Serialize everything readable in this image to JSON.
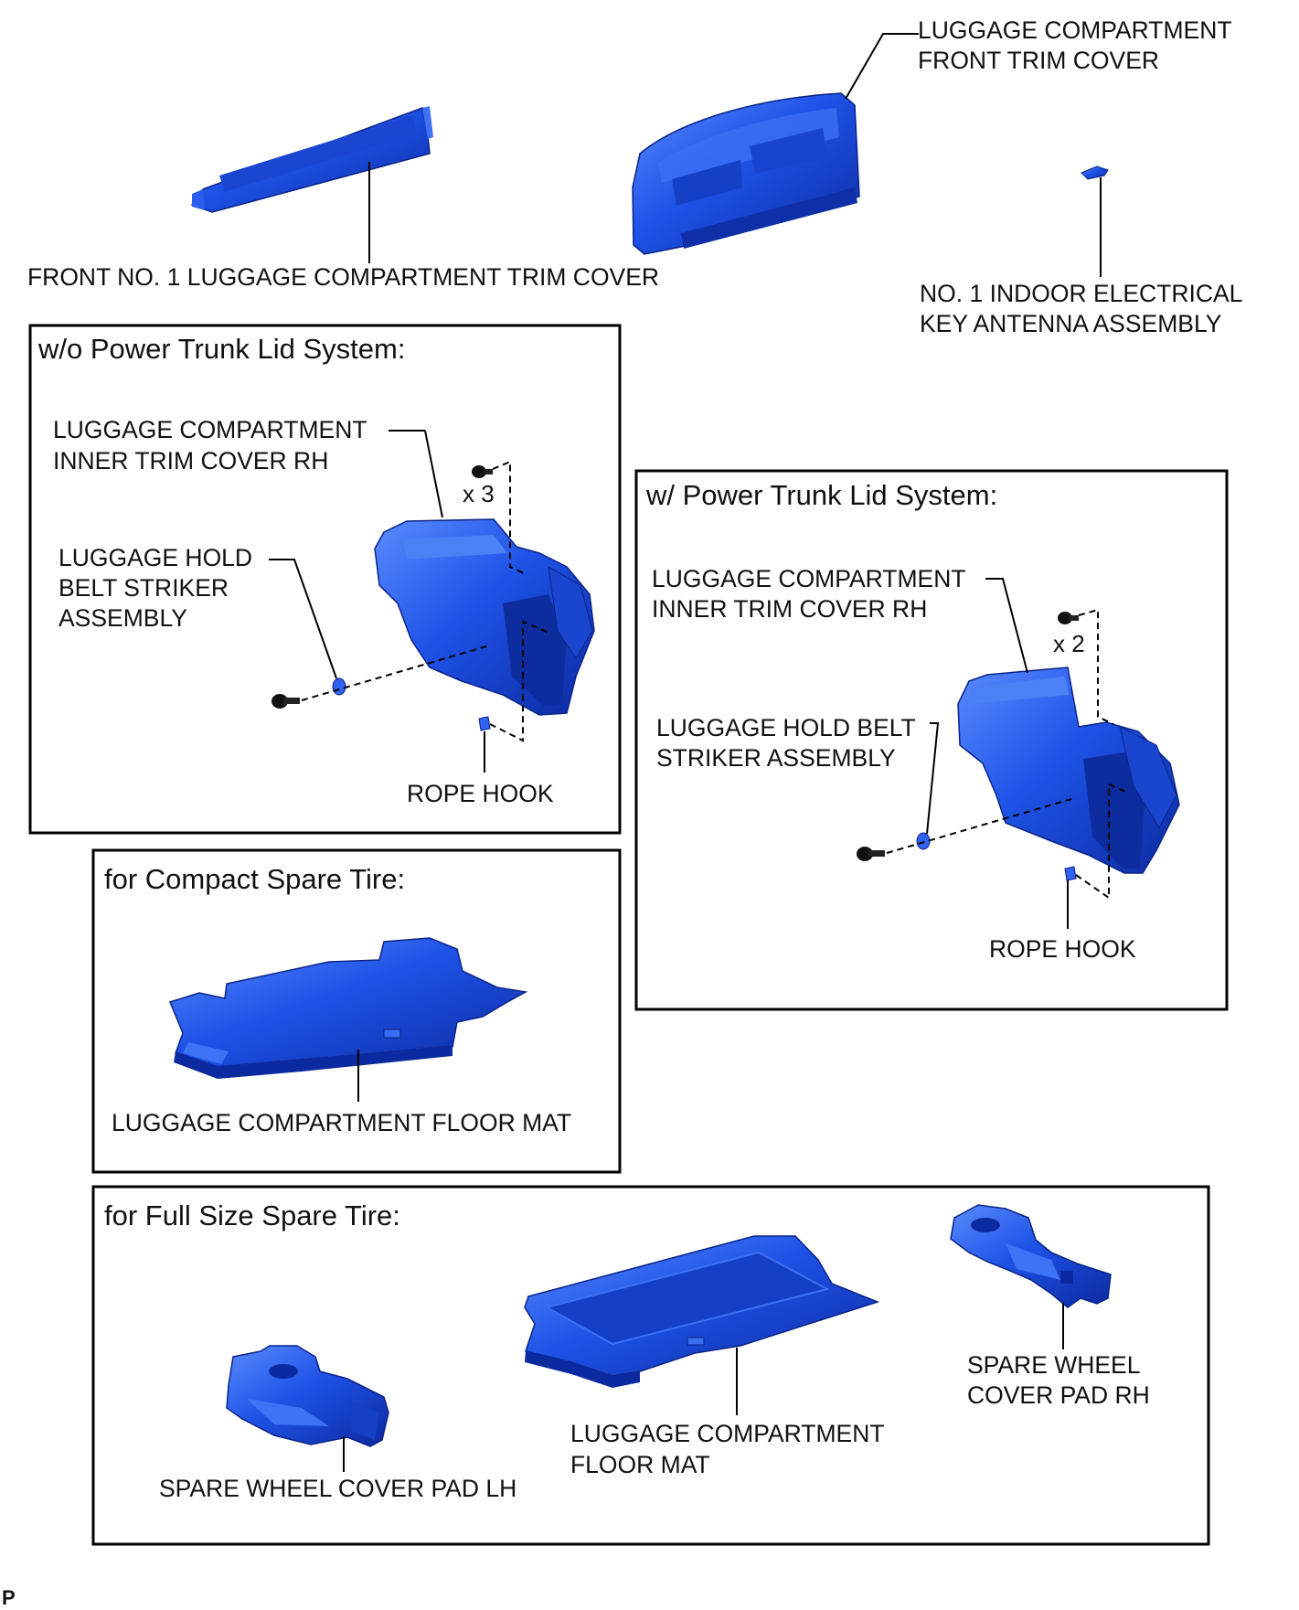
{
  "colors": {
    "part_fill": "#1e52e6",
    "part_light": "#4a7ef6",
    "part_dark": "#0c2aa0",
    "line": "#000000",
    "background": "#ffffff"
  },
  "top": {
    "front_trim_cover": "FRONT NO. 1 LUGGAGE COMPARTMENT TRIM COVER",
    "front_cover_line1": "LUGGAGE COMPARTMENT",
    "front_cover_line2": "FRONT TRIM COVER",
    "antenna_line1": "NO. 1 INDOOR ELECTRICAL",
    "antenna_line2": "KEY ANTENNA ASSEMBLY"
  },
  "panel_wo_power": {
    "title": "w/o Power Trunk Lid System:",
    "inner_trim_line1": "LUGGAGE COMPARTMENT",
    "inner_trim_line2": "INNER TRIM COVER RH",
    "belt_line1": "LUGGAGE HOLD",
    "belt_line2": "BELT STRIKER",
    "belt_line3": "ASSEMBLY",
    "qty": "x 3",
    "rope_hook": "ROPE HOOK"
  },
  "panel_w_power": {
    "title": "w/ Power Trunk Lid System:",
    "inner_trim_line1": "LUGGAGE COMPARTMENT",
    "inner_trim_line2": "INNER TRIM COVER RH",
    "belt_line1": "LUGGAGE HOLD BELT",
    "belt_line2": "STRIKER ASSEMBLY",
    "qty": "x 2",
    "rope_hook": "ROPE HOOK"
  },
  "panel_compact": {
    "title": "for Compact Spare Tire:",
    "floor_mat": "LUGGAGE COMPARTMENT FLOOR MAT"
  },
  "panel_full": {
    "title": "for Full Size Spare Tire:",
    "pad_lh": "SPARE WHEEL COVER PAD LH",
    "floor_mat_line1": "LUGGAGE COMPARTMENT",
    "floor_mat_line2": "FLOOR MAT",
    "pad_rh_line1": "SPARE WHEEL",
    "pad_rh_line2": "COVER PAD RH"
  },
  "footer_code": "P"
}
